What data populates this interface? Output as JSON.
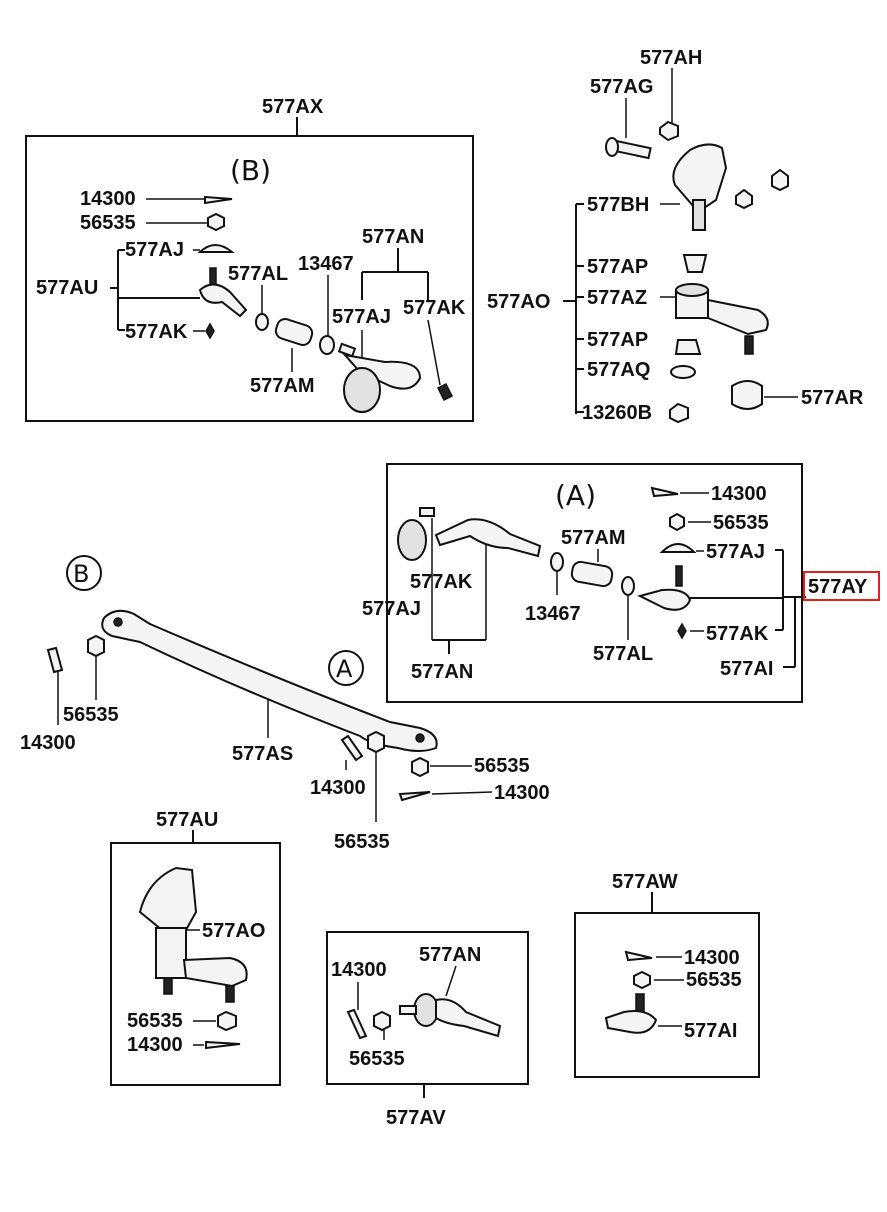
{
  "sections": {
    "box_b": {
      "code": "577AX",
      "letter": "(B)"
    },
    "box_a": {
      "letter": "(A)"
    },
    "pitman_box": {
      "code": "577AU"
    },
    "tierod_box": {
      "code": "577AV"
    },
    "balljoint_box": {
      "code": "577AW"
    }
  },
  "callouts": {
    "circle_b": "B",
    "circle_a": "A"
  },
  "highlight": {
    "code": "577AY",
    "color": "#e0201b"
  },
  "labels": {
    "b_14300": "14300",
    "b_56535": "56535",
    "b_577AJ_left": "577AJ",
    "b_577AU": "577AU",
    "b_577AK_left": "577AK",
    "b_577AL": "577AL",
    "b_13467": "13467",
    "b_577AN": "577AN",
    "b_577AJ_mid": "577AJ",
    "b_577AK_right": "577AK",
    "b_577AM": "577AM",
    "r_577AH": "577AH",
    "r_577AG": "577AG",
    "r_577BH": "577BH",
    "r_577AP_1": "577AP",
    "r_577AO": "577AO",
    "r_577AZ": "577AZ",
    "r_577AP_2": "577AP",
    "r_577AQ": "577AQ",
    "r_13260B": "13260B",
    "r_577AR": "577AR",
    "a_14300": "14300",
    "a_56535": "56535",
    "a_577AM": "577AM",
    "a_577AJ_right": "577AJ",
    "a_577AK_mid": "577AK",
    "a_577AJ_left": "577AJ",
    "a_13467": "13467",
    "a_577AK_right": "577AK",
    "a_577AL": "577AL",
    "a_577AN": "577AN",
    "a_577AI": "577AI",
    "link_14300_left": "14300",
    "link_56535_left": "56535",
    "link_577AS": "577AS",
    "link_14300_mid": "14300",
    "link_56535_mid": "56535",
    "link_56535_right": "56535",
    "link_14300_right": "14300",
    "p_577AO": "577AO",
    "p_56535": "56535",
    "p_14300": "14300",
    "t_14300": "14300",
    "t_577AN": "577AN",
    "t_56535": "56535",
    "w_14300": "14300",
    "w_56535": "56535",
    "w_577AI": "577AI"
  }
}
